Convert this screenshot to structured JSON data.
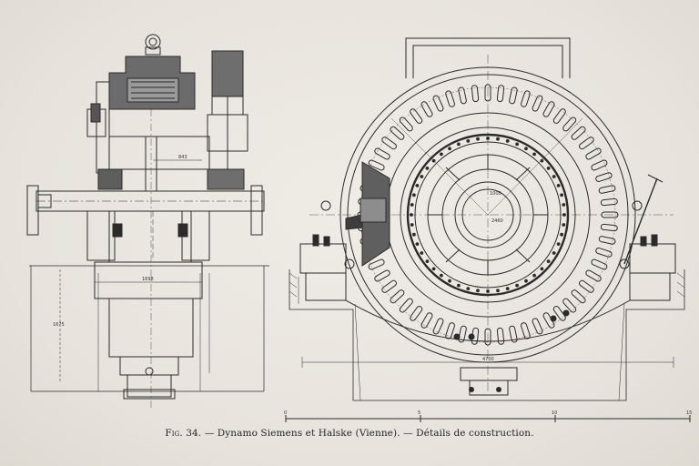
{
  "figure": {
    "fig_label": "Fig. 34.",
    "caption_text": "Dynamo Siemens et Halske (Vienne). — Détails de construction.",
    "separator": " — "
  },
  "dimensions": {
    "left_top": "843",
    "left_mid": "1698",
    "left_side": "1675",
    "right_bottom": "4700",
    "right_center_a": "1000",
    "right_center_b": "2460"
  },
  "scale_bar": {
    "marks": [
      "0",
      "5",
      "10",
      "15"
    ]
  },
  "colors": {
    "ink": "#2b2b2b",
    "section": "#5a5a5a",
    "paper": "#e9e6df"
  }
}
